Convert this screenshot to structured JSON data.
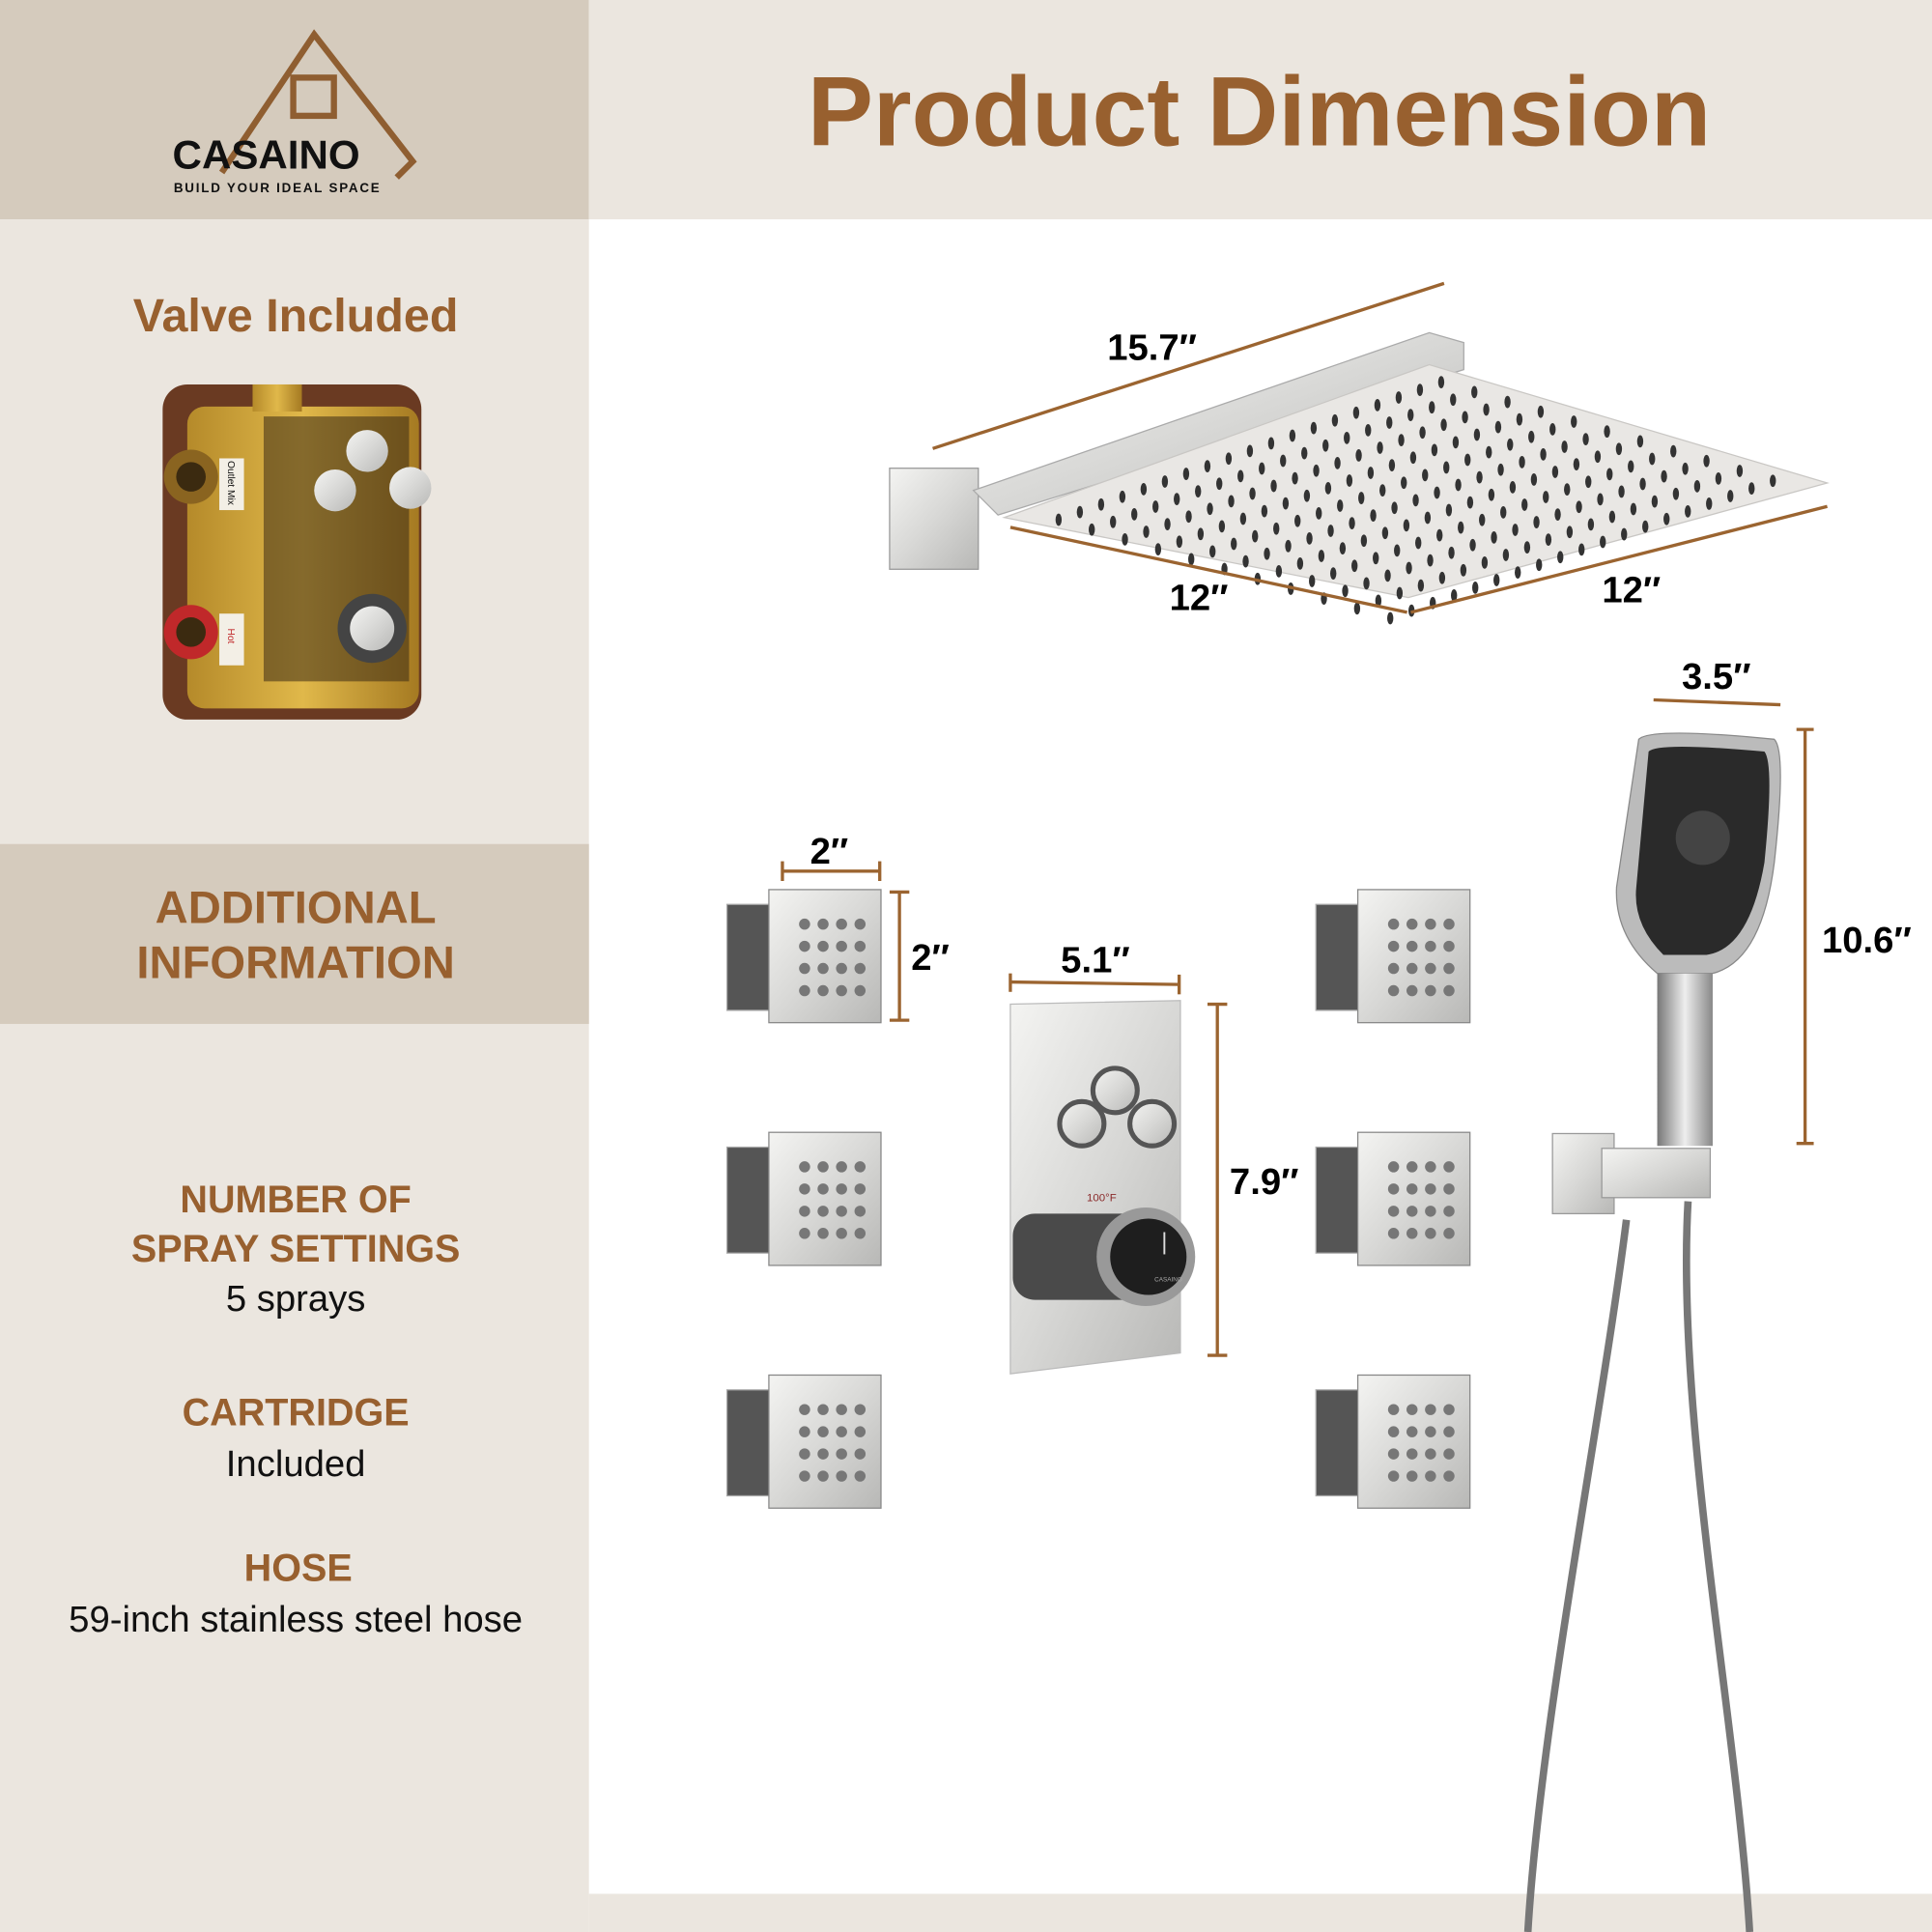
{
  "brand": {
    "logo_text": "CASAINO",
    "tagline": "BUILD YOUR IDEAL SPACE"
  },
  "header": {
    "title": "Product Dimension"
  },
  "sidebar": {
    "valve_heading": "Valve Included",
    "valve_labels": [
      "Outlet Mix",
      "Hot"
    ],
    "section_title_line1": "ADDITIONAL",
    "section_title_line2": "INFORMATION",
    "specs": [
      {
        "label_line1": "NUMBER OF",
        "label_line2": "SPRAY SETTINGS",
        "value": "5 sprays"
      },
      {
        "label_line1": "CARTRIDGE",
        "value": "Included"
      },
      {
        "label_line1": "HOSE",
        "value": "59-inch stainless steel hose"
      }
    ]
  },
  "dimensions": {
    "arm_length": "15.7″",
    "head_width": "12″",
    "head_depth": "12″",
    "handheld_width": "3.5″",
    "handheld_length": "10.6″",
    "jet_width": "2″",
    "jet_height": "2″",
    "valve_width": "5.1″",
    "valve_height": "7.9″"
  },
  "valve_trim": {
    "temp_label": "100°F",
    "knob_brand": "CASAINO"
  },
  "colors": {
    "brand_brown": "#98602f",
    "panel_dark": "#d5cbbd",
    "panel_light": "#ebe6df"
  }
}
